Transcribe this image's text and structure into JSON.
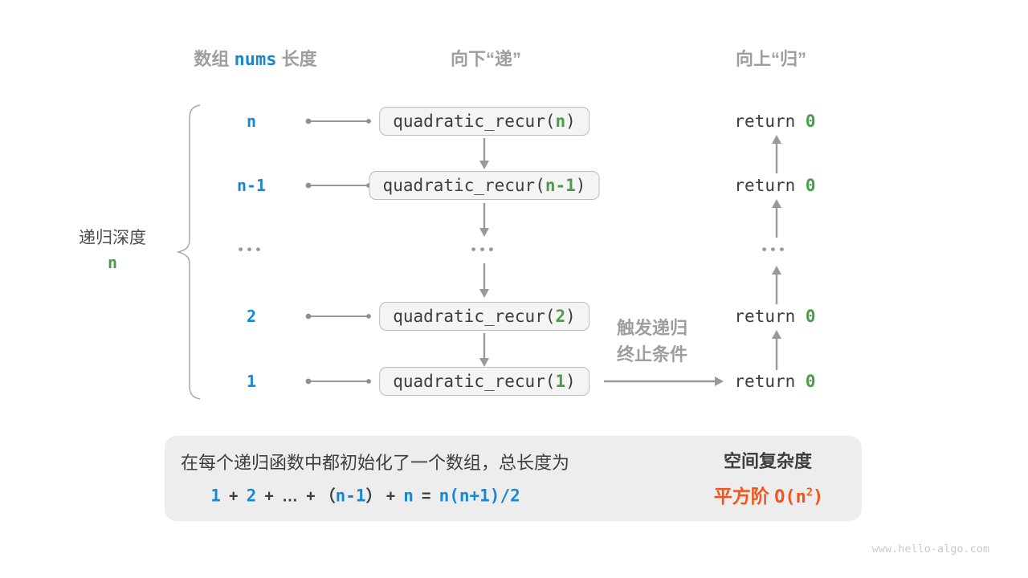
{
  "colors": {
    "blue": "#1789d3",
    "green": "#4a9c4a",
    "orange": "#f1551b",
    "gray": "#9e9e9e"
  },
  "headers": {
    "array_pre": "数组",
    "array_code": "nums",
    "array_post": "长度",
    "down": "向下“递”",
    "up": "向上“归”"
  },
  "depth": {
    "label": "递归深度",
    "value": "n"
  },
  "ellipsis": "•••",
  "rows": [
    {
      "label": "n",
      "call_prefix": "quadratic_recur(",
      "arg": "n",
      "call_suffix": ")",
      "ret_prefix": "return ",
      "ret_value": "0"
    },
    {
      "label": "n-1",
      "call_prefix": "quadratic_recur(",
      "arg": "n-1",
      "call_suffix": ")",
      "ret_prefix": "return ",
      "ret_value": "0"
    },
    {
      "label": "2",
      "call_prefix": "quadratic_recur(",
      "arg": "2",
      "call_suffix": ")",
      "ret_prefix": "return ",
      "ret_value": "0"
    },
    {
      "label": "1",
      "call_prefix": "quadratic_recur(",
      "arg": "1",
      "call_suffix": ")",
      "ret_prefix": "return ",
      "ret_value": "0"
    }
  ],
  "annotation": {
    "line1": "触发递归",
    "line2": "终止条件"
  },
  "summary": {
    "line1": "在每个递归函数中都初始化了一个数组，总长度为",
    "formula": {
      "n1": "1",
      "op1": "+",
      "n2": "2",
      "op2": "+",
      "dots": "…",
      "op3": "+",
      "open": "（",
      "n3": "n-1",
      "close": "）",
      "op4": "+",
      "n4": "n",
      "eq": "=",
      "result": "n(n+1)/2"
    },
    "space_title": "空间复杂度",
    "order_label": "平方阶",
    "o_prefix": "O(n",
    "o_sup": "2",
    "o_suffix": ")"
  },
  "watermark": "www.hello-algo.com"
}
